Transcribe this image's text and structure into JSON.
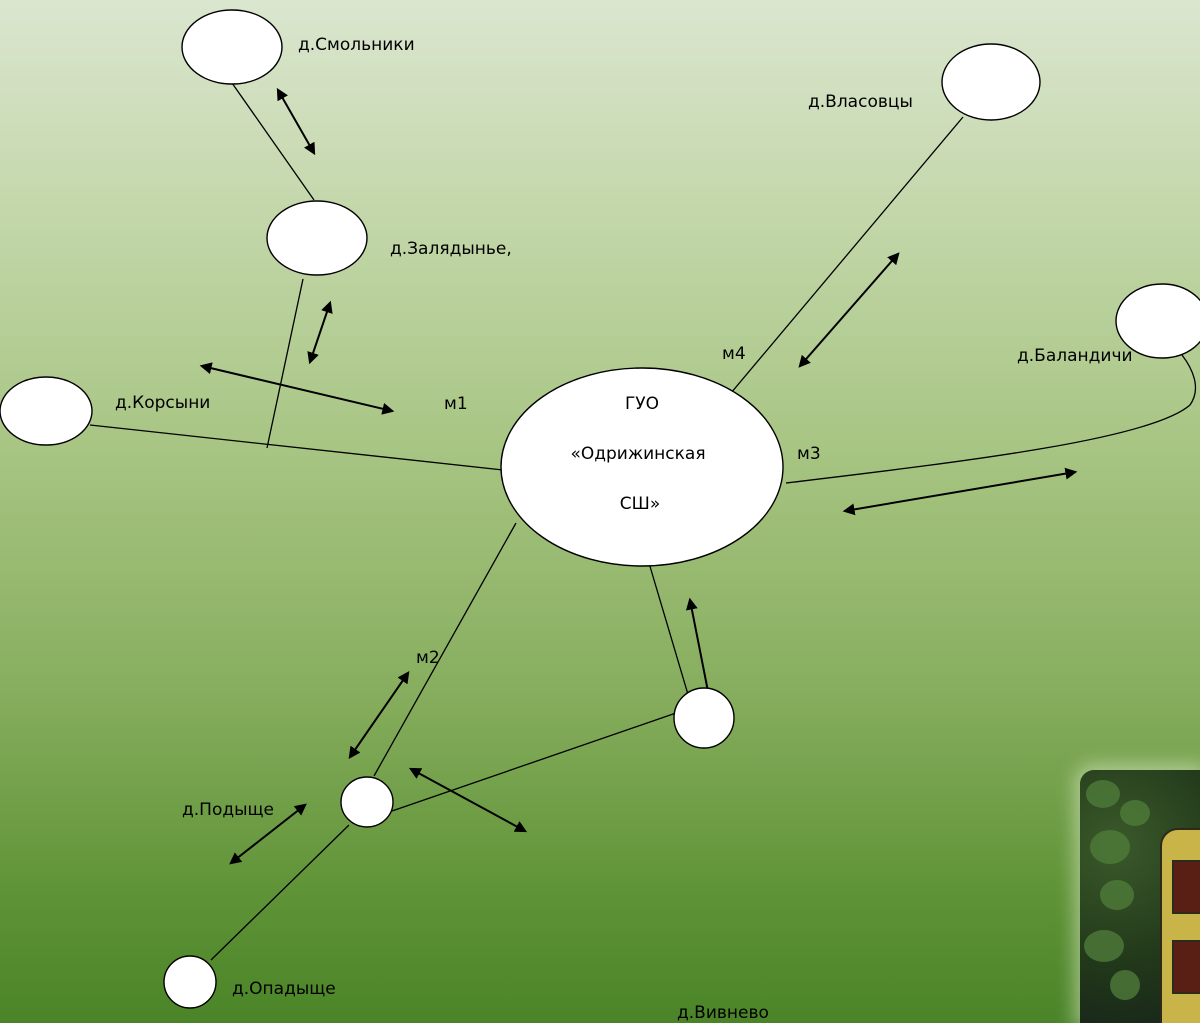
{
  "center": {
    "line1": "ГУО",
    "line2": "«Одрижинская",
    "line3": "СШ»"
  },
  "villages": {
    "smolniki": "д.Смольники",
    "zalyadyne": "д.Залядынье,",
    "korsyni": "д.Корсыни",
    "vlasovtsy": "д.Власовцы",
    "balandichi": "д.Баландичи",
    "podyshche": "д.Подыще",
    "opadyshche": "д.Опадыще",
    "vivnevo": "д.Вивнево"
  },
  "routes": {
    "m1": "м1",
    "m2": "м2",
    "m3": "м3",
    "m4": "м4"
  },
  "colors": {
    "background_top": "#dbe6cf",
    "background_bottom": "#4b8428",
    "node_fill": "#ffffff",
    "lines": "#000000"
  }
}
